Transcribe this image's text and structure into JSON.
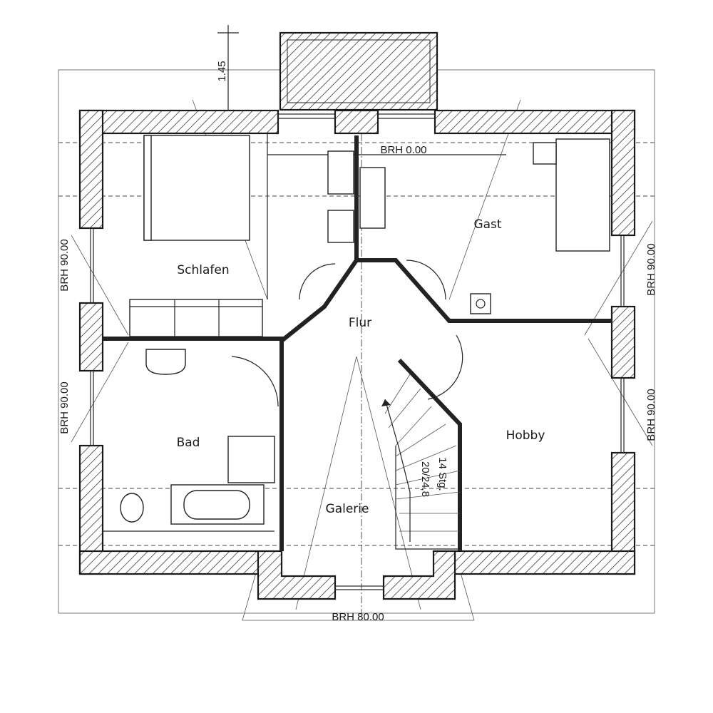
{
  "rooms": {
    "schlafen": "Schlafen",
    "gast": "Gast",
    "flur": "Flur",
    "bad": "Bad",
    "hobby": "Hobby",
    "galerie": "Galerie"
  },
  "annotations": {
    "dim_dormer": "1.45",
    "brh_window_gast": "BRH 0.00",
    "brh_left_upper": "BRH 90.00",
    "brh_left_lower": "BRH 90.00",
    "brh_right_upper": "BRH 90.00",
    "brh_right_lower": "BRH 90.00",
    "brh_bottom": "BRH 80.00",
    "stairs_steps": "14 Stg.",
    "stairs_ratio": "20/24,8"
  }
}
